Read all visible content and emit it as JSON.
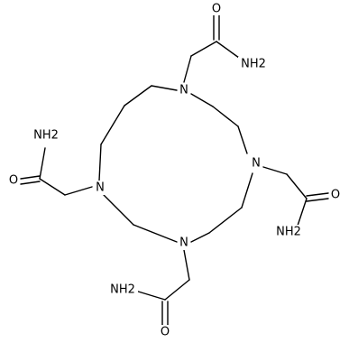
{
  "molecule": {
    "atoms": [
      {
        "id": "n_top",
        "label": "N"
      },
      {
        "id": "n_right",
        "label": "N"
      },
      {
        "id": "n_bottom",
        "label": "N"
      },
      {
        "id": "n_left",
        "label": "N"
      },
      {
        "id": "o_top",
        "label": "O"
      },
      {
        "id": "nh2_top",
        "label": "NH2"
      },
      {
        "id": "nh2_left",
        "label": "NH2"
      },
      {
        "id": "o_left",
        "label": "O"
      },
      {
        "id": "o_right",
        "label": "O"
      },
      {
        "id": "nh2_right",
        "label": "NH2"
      },
      {
        "id": "nh2_bottom",
        "label": "NH2"
      },
      {
        "id": "o_bottom",
        "label": "O"
      }
    ]
  },
  "colors": {
    "bond": "#000000",
    "label": "#000000",
    "background": "#ffffff"
  }
}
